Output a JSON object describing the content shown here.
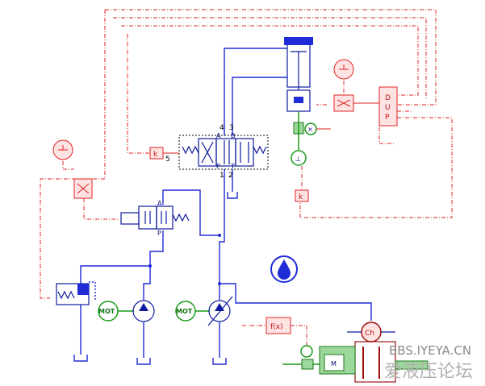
{
  "valve_4_3": {
    "port_a": "A",
    "port_b": "B",
    "port_p": "P",
    "port_t": "T",
    "num_4": "4",
    "num_3": "3",
    "num_1": "1",
    "num_2": "2",
    "num_5": "5"
  },
  "valve_2": {
    "port_a": "A",
    "port_p": "P"
  },
  "gain_label": "k",
  "motor_label": "MOT",
  "splitter_label": "DUP",
  "clutch_label": "Ch",
  "mass_label": "M",
  "fx_label": "f(x)",
  "watermark": {
    "url": "BBS.IYEYA.CN",
    "cn": "爱液压论坛"
  },
  "colors": {
    "hydraulic": "#1f2bd6",
    "signal": "#e02222",
    "mechanical": "#1a9a1a"
  }
}
